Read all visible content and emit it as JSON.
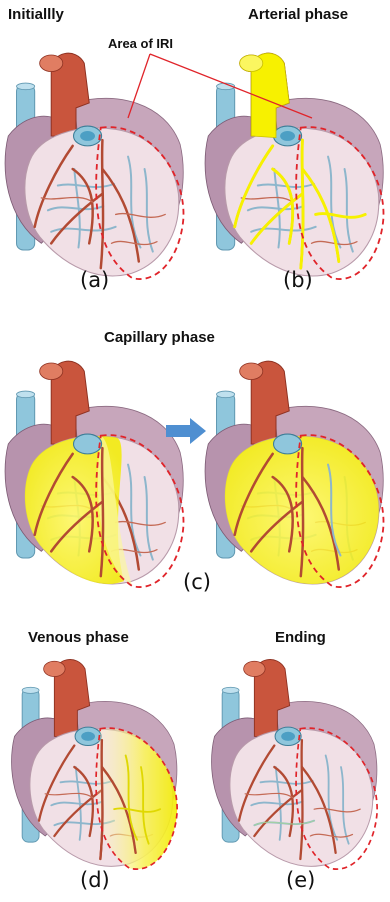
{
  "titles": {
    "initially": "Initiallly",
    "arterial": "Arterial phase",
    "capillary": "Capillary phase",
    "venous": "Venous phase",
    "ending": "Ending"
  },
  "annotation": {
    "area_label": "Area of IRI"
  },
  "captions": {
    "a": "(a)",
    "b": "(b)",
    "c": "(c)",
    "d": "(d)",
    "e": "(e)"
  },
  "colors": {
    "heart_body": "#f1e0e6",
    "heart_side": "#b793ad",
    "aorta": "#c9553d",
    "vena_cava": "#8fc6dc",
    "artery": "#b24a33",
    "vein": "#8db6cc",
    "highlight_yellow": "#f7f100",
    "iri_outline": "#e0242a",
    "arrow": "#4f8fd1"
  }
}
